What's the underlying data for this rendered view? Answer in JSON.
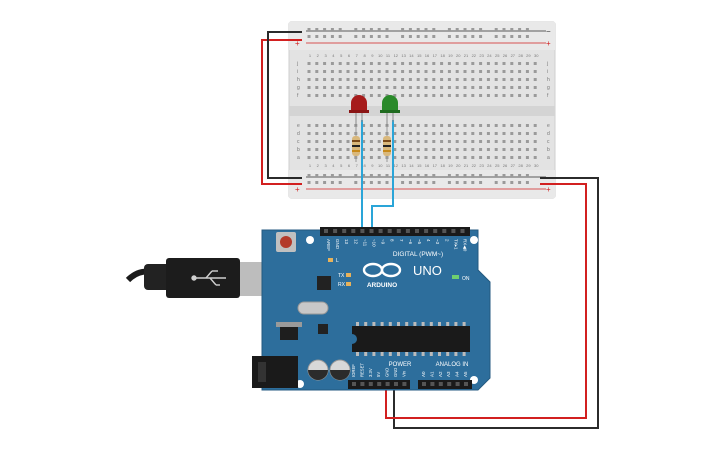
{
  "board": {
    "brand_uno": "UNO",
    "brand_arduino": "ARDUINO",
    "digital_label": "DIGITAL (PWM~)",
    "analog_label": "ANALOG IN",
    "power_label": "POWER",
    "on_label": "ON",
    "led_labels": [
      "L",
      "TX",
      "RX"
    ],
    "digital_pins": [
      "AREF",
      "GND",
      "13",
      "12",
      "~11",
      "~10",
      "~9",
      "8",
      "7",
      "~6",
      "~5",
      "4",
      "~3",
      "2",
      "TX▸1",
      "RX◀0"
    ],
    "power_pins": [
      "IOREF",
      "RESET",
      "3.3V",
      "5V",
      "GND",
      "GND",
      "Vin"
    ],
    "analog_pins": [
      "A0",
      "A1",
      "A2",
      "A3",
      "A4",
      "A5"
    ]
  },
  "breadboard": {
    "columns": [
      "1",
      "2",
      "3",
      "4",
      "5",
      "6",
      "7",
      "8",
      "9",
      "10",
      "11",
      "12",
      "13",
      "14",
      "15",
      "16",
      "17",
      "18",
      "19",
      "20",
      "21",
      "22",
      "23",
      "24",
      "25",
      "26",
      "27",
      "28",
      "29",
      "30"
    ],
    "rows_top": [
      "j",
      "i",
      "h",
      "g",
      "f"
    ],
    "rows_bottom": [
      "e",
      "d",
      "c",
      "b",
      "a"
    ],
    "rail_minus": "−",
    "rail_plus": "+"
  },
  "components": {
    "leds": [
      {
        "name": "red-led",
        "color": "#a61b1b"
      },
      {
        "name": "green-led",
        "color": "#2a8a2a"
      }
    ]
  },
  "colors": {
    "board": "#2d6e9c",
    "board_edge": "#245a80",
    "wire_red": "#d22020",
    "wire_black": "#2b2b2b",
    "wire_blue": "#2aa5d8",
    "breadboard": "#e6e6e6"
  }
}
